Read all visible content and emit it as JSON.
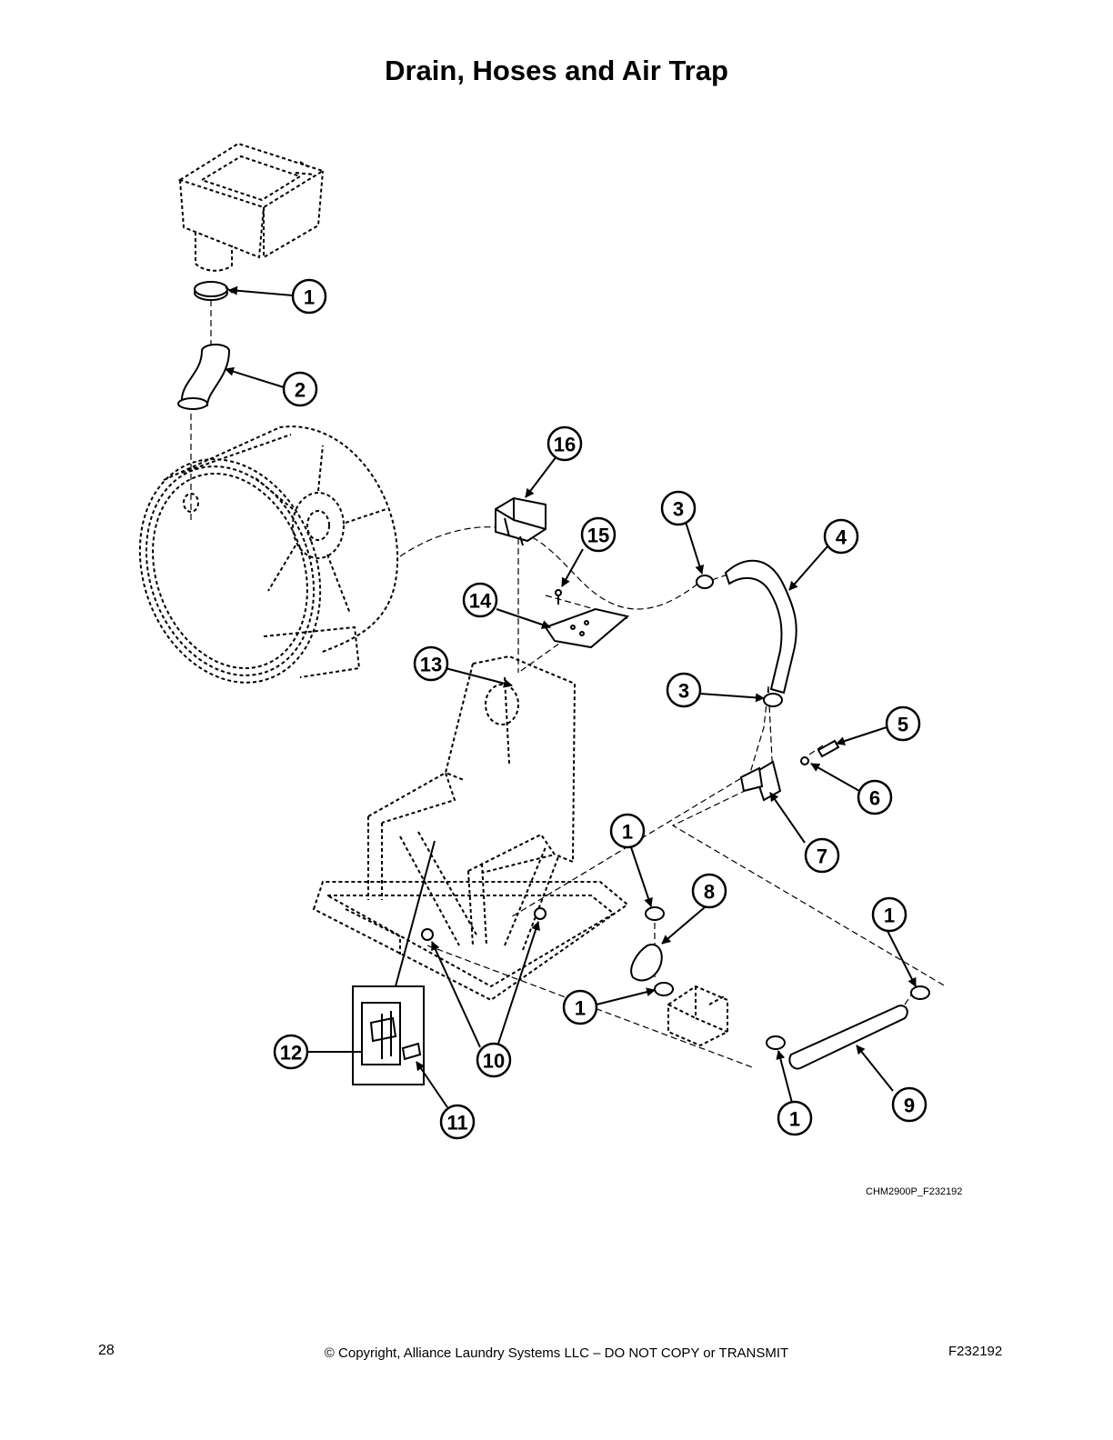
{
  "title": "Drain, Hoses and Air Trap",
  "figure_id": "CHM2900P_F232192",
  "footer": {
    "page_number": "28",
    "copyright": "© Copyright, Alliance Laundry Systems LLC – DO NOT COPY or TRANSMIT",
    "doc_id": "F232192"
  },
  "callouts": {
    "c1a": "1",
    "c2": "2",
    "c16": "16",
    "c3a": "3",
    "c15": "15",
    "c4": "4",
    "c14": "14",
    "c13": "13",
    "c3b": "3",
    "c5": "5",
    "c6": "6",
    "c7": "7",
    "c1b": "1",
    "c8": "8",
    "c1c": "1",
    "c1d": "1",
    "c12": "12",
    "c10": "10",
    "c9": "9",
    "c1e": "1",
    "c11": "11"
  }
}
